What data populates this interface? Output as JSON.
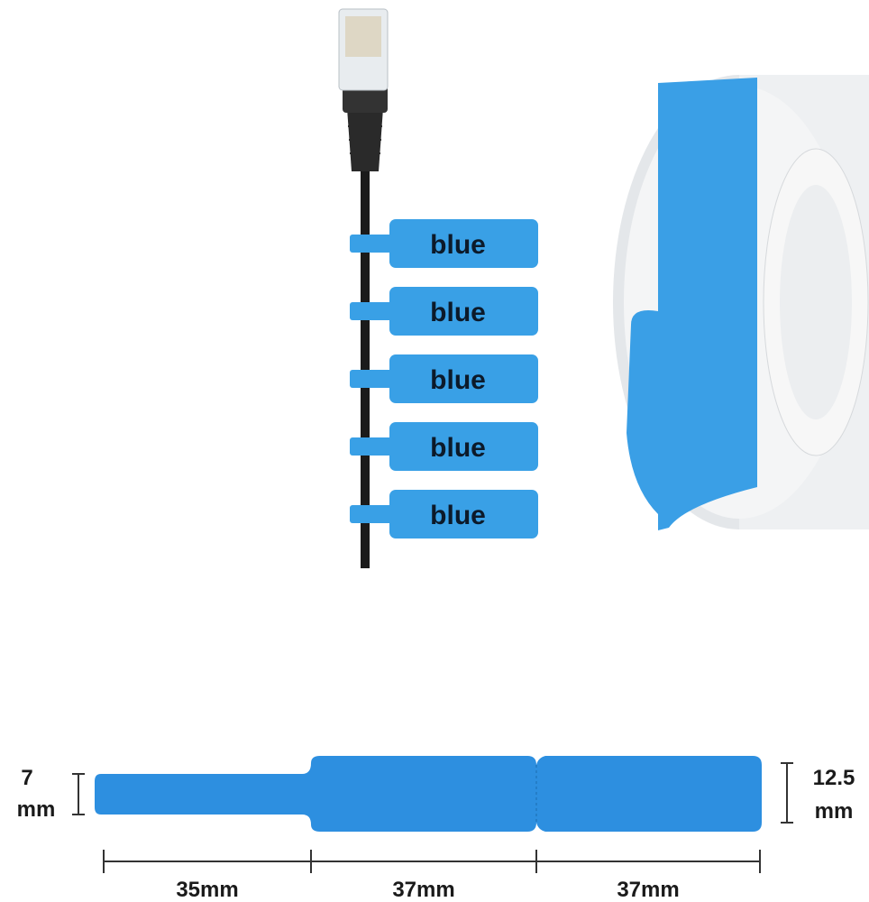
{
  "tags": {
    "label_text": [
      "blue",
      "blue",
      "blue",
      "blue",
      "blue"
    ]
  },
  "dimensions": {
    "tail_height": {
      "value": "7",
      "unit": "mm"
    },
    "body_height": {
      "value": "12.5",
      "unit": "mm"
    },
    "segments": [
      "35mm",
      "37mm",
      "37mm"
    ]
  },
  "colors": {
    "label_blue": "#39a0e6",
    "strip_blue": "#2d8fe0",
    "cable": "#1b1b1b"
  }
}
